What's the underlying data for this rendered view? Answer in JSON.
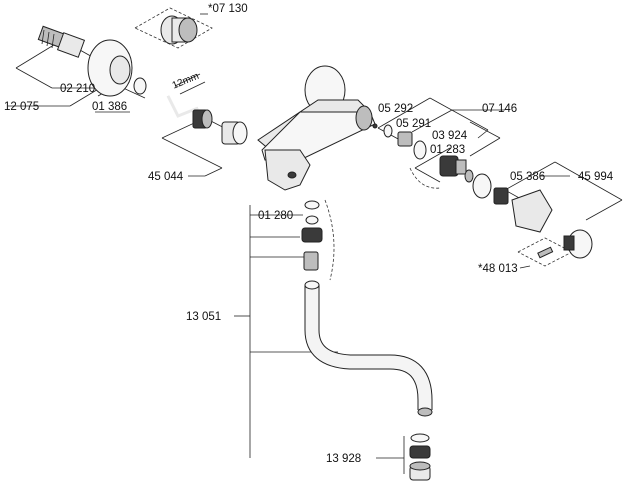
{
  "parts": [
    {
      "id": "07130",
      "label": "*07 130"
    },
    {
      "id": "02210",
      "label": "02 210"
    },
    {
      "id": "12075",
      "label": "12 075"
    },
    {
      "id": "01386",
      "label": "01 386"
    },
    {
      "id": "12mm",
      "label": "12mm"
    },
    {
      "id": "45044",
      "label": "45 044"
    },
    {
      "id": "05292",
      "label": "05 292"
    },
    {
      "id": "07146",
      "label": "07 146"
    },
    {
      "id": "05291",
      "label": "05 291"
    },
    {
      "id": "03924",
      "label": "03 924"
    },
    {
      "id": "01283",
      "label": "01 283"
    },
    {
      "id": "05386",
      "label": "05 386"
    },
    {
      "id": "45994",
      "label": "45 994"
    },
    {
      "id": "48013",
      "label": "*48 013"
    },
    {
      "id": "01280",
      "label": "01 280"
    },
    {
      "id": "13051",
      "label": "13 051"
    },
    {
      "id": "13928",
      "label": "13 928"
    }
  ]
}
